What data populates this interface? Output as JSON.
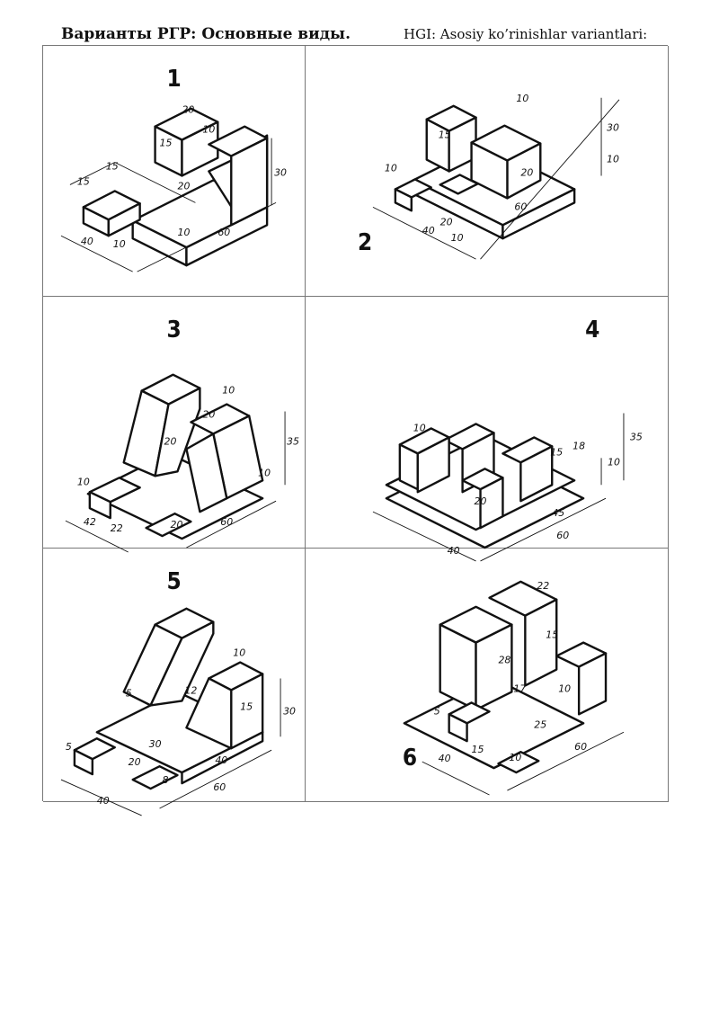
{
  "header": {
    "title_ru": "Варианты РГР: Основные виды.",
    "title_uz": "HGI: Asosiy ko’rinishlar variantlari:"
  },
  "variants": [
    {
      "number": "1",
      "dims": [
        "20",
        "10",
        "15",
        "15",
        "15",
        "20",
        "30",
        "40",
        "10",
        "10",
        "60"
      ]
    },
    {
      "number": "2",
      "dims": [
        "10",
        "15",
        "30",
        "10",
        "10",
        "20",
        "60",
        "20",
        "40",
        "10"
      ]
    },
    {
      "number": "3",
      "dims": [
        "10",
        "20",
        "20",
        "35",
        "10",
        "10",
        "42",
        "22",
        "20",
        "60"
      ]
    },
    {
      "number": "4",
      "dims": [
        "10",
        "15",
        "18",
        "35",
        "10",
        "20",
        "45",
        "40",
        "60"
      ]
    },
    {
      "number": "5",
      "dims": [
        "10",
        "5",
        "12",
        "15",
        "30",
        "5",
        "30",
        "20",
        "40",
        "40",
        "8",
        "60"
      ]
    },
    {
      "number": "6",
      "dims": [
        "22",
        "15",
        "28",
        "17",
        "10",
        "5",
        "25",
        "15",
        "40",
        "10",
        "60"
      ]
    }
  ]
}
